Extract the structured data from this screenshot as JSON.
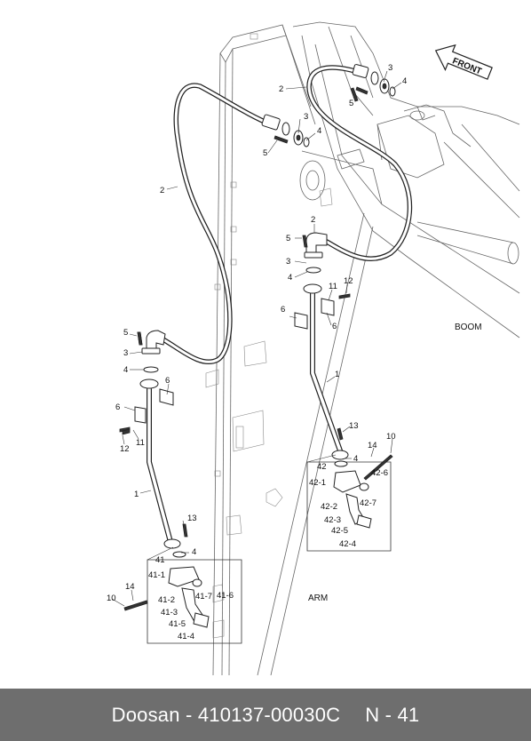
{
  "labels": {
    "front": "FRONT",
    "boom": "BOOM",
    "arm": "ARM"
  },
  "callouts": {
    "n1": "1",
    "n2": "2",
    "n3": "3",
    "n4": "4",
    "n5": "5",
    "n6": "6",
    "n10": "10",
    "n11": "11",
    "n12": "12",
    "n13": "13",
    "n14": "14",
    "n41": "41",
    "n41_1": "41-1",
    "n41_2": "41-2",
    "n41_3": "41-3",
    "n41_4": "41-4",
    "n41_5": "41-5",
    "n41_6": "41-6",
    "n41_7": "41-7",
    "n42": "42",
    "n42_1": "42-1",
    "n42_2": "42-2",
    "n42_3": "42-3",
    "n42_4": "42-4",
    "n42_5": "42-5",
    "n42_6": "42-6",
    "n42_7": "42-7"
  },
  "footer": {
    "brand_part": "Doosan - 410137-00030C",
    "page": "N - 41"
  }
}
